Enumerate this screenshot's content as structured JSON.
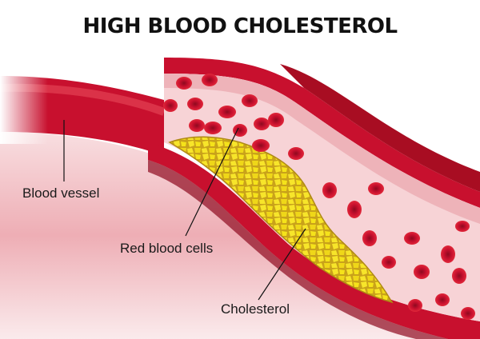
{
  "title": "HIGH BLOOD CHOLESTEROL",
  "labels": {
    "vessel": "Blood vessel",
    "cells": "Red blood cells",
    "cholesterol": "Cholesterol"
  },
  "colors": {
    "vessel_wall": "#c8102e",
    "vessel_dark": "#8e0a1f",
    "lumen": "#f7d3d6",
    "red_cell": "#d01a2a",
    "cholesterol": "#f5e31a",
    "cholesterol_dark": "#c9a21a"
  }
}
